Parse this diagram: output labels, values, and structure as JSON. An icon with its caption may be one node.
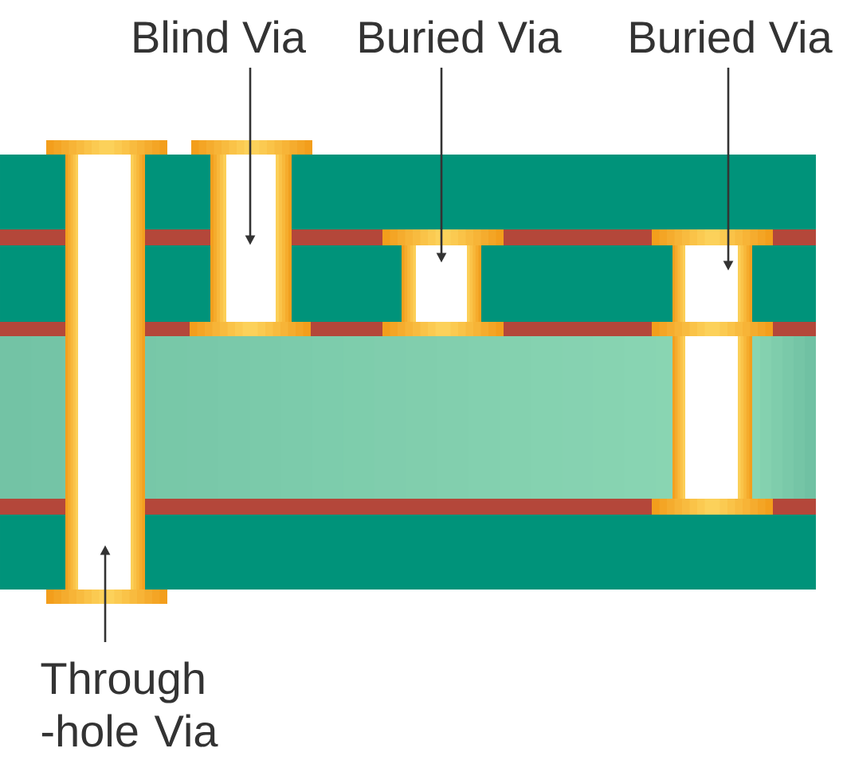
{
  "diagram": {
    "nodes": [
      {
        "text": [
          "Blind Via"
        ]
      },
      {
        "text": [
          "Buried Via"
        ]
      },
      {
        "text": [
          "Buried Via"
        ]
      },
      {
        "text": [],
        "shape": "box"
      },
      {
        "text": [],
        "shape": "box"
      },
      {
        "text": [],
        "shape": "box"
      },
      {
        "text": [],
        "shape": "box"
      },
      {
        "text": [],
        "shape": "box"
      },
      {
        "text": [
          "Through -hole Via"
        ]
      }
    ],
    "edges": [
      {
        "from": 0,
        "to": 4,
        "arrow": "to"
      },
      {
        "from": 1,
        "to": 5,
        "arrow": "to"
      },
      {
        "from": 2,
        "to": 6,
        "arrow": "to"
      },
      {
        "from": 8,
        "to": 3,
        "arrow": "to"
      }
    ]
  }
}
